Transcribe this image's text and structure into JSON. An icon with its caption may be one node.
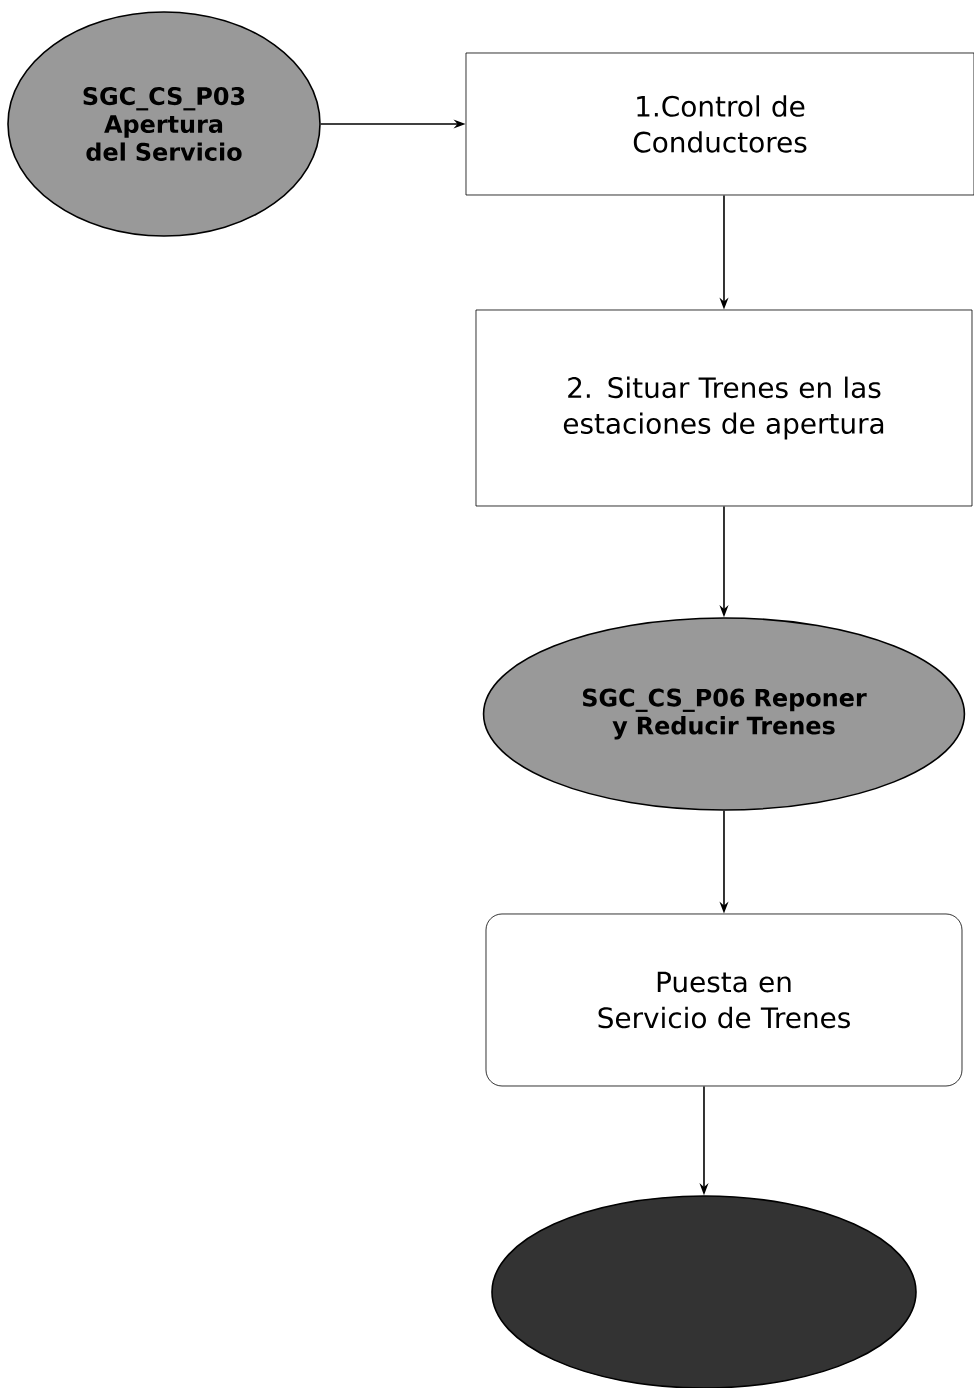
{
  "diagram": {
    "nodes": [
      {
        "text": [
          "SGC_CS_P03 Apertura del Servicio"
        ]
      },
      {
        "text": [
          "1.Control de Conductores"
        ]
      },
      {
        "text": [
          "2. Situar Trenes en las estaciones de apertura"
        ]
      },
      {
        "text": [
          "SGC_CS_P06 Reponer y Reducir Trenes"
        ]
      },
      {
        "text": [
          "Puesta en Servicio de Trenes"
        ]
      },
      {
        "text": [],
        "shape": "ellipse"
      }
    ],
    "edges": [
      {
        "from": 0,
        "to": 1,
        "arrow": "to"
      },
      {
        "from": 1,
        "to": 2,
        "arrow": "to"
      },
      {
        "from": 2,
        "to": 3,
        "arrow": "to"
      },
      {
        "from": 3,
        "to": 4,
        "arrow": "to"
      },
      {
        "from": 4,
        "to": 5,
        "arrow": "to"
      }
    ]
  }
}
